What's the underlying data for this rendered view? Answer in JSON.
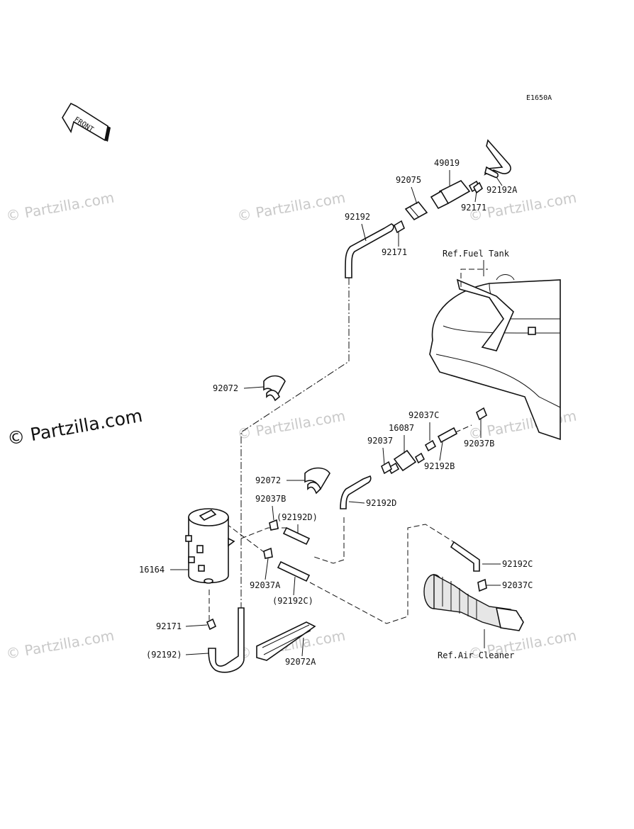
{
  "diagram_code": "E1650A",
  "front_label": "FRONT",
  "watermark": "© Partzilla.com",
  "refs": {
    "fuel_tank": "Ref.Fuel Tank",
    "air_cleaner": "Ref.Air Cleaner"
  },
  "labels": {
    "p49019": "49019",
    "p92075": "92075",
    "p92192A": "92192A",
    "p92171_top_right": "92171",
    "p92192_top": "92192",
    "p92171_top_left": "92171",
    "p92072_upper": "92072",
    "p92037C_top": "92037C",
    "p16087": "16087",
    "p92037": "92037",
    "p92037B_right": "92037B",
    "p92192B": "92192B",
    "p92072_lower": "92072",
    "p92037B_left": "92037B",
    "p92192D_ref": "(92192D)",
    "p92192D": "92192D",
    "p16164": "16164",
    "p92037A": "92037A",
    "p92192C_ref": "(92192C)",
    "p92192C": "92192C",
    "p92037C_bottom": "92037C",
    "p92171_bottom": "92171",
    "p92192_ref": "(92192)",
    "p92072A": "92072A"
  }
}
